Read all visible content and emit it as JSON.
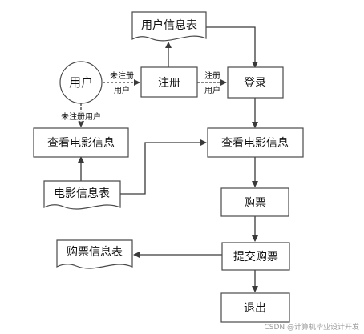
{
  "nodes": {
    "user": "用户",
    "register": "注册",
    "login": "登录",
    "user_table": "用户信息表",
    "view_movie_left": "查看电影信息",
    "view_movie_right": "查看电影信息",
    "movie_table": "电影信息表",
    "buy_ticket": "购票",
    "submit_ticket": "提交购票",
    "ticket_table": "购票信息表",
    "exit": "退出"
  },
  "edges": {
    "unregistered_line1": "未注册",
    "unregistered_line2": "用户",
    "registered_line1": "注册",
    "registered_line2": "用户",
    "unregistered_user": "未注册用户"
  },
  "watermark": "CSDN @计算机毕业设计开发"
}
